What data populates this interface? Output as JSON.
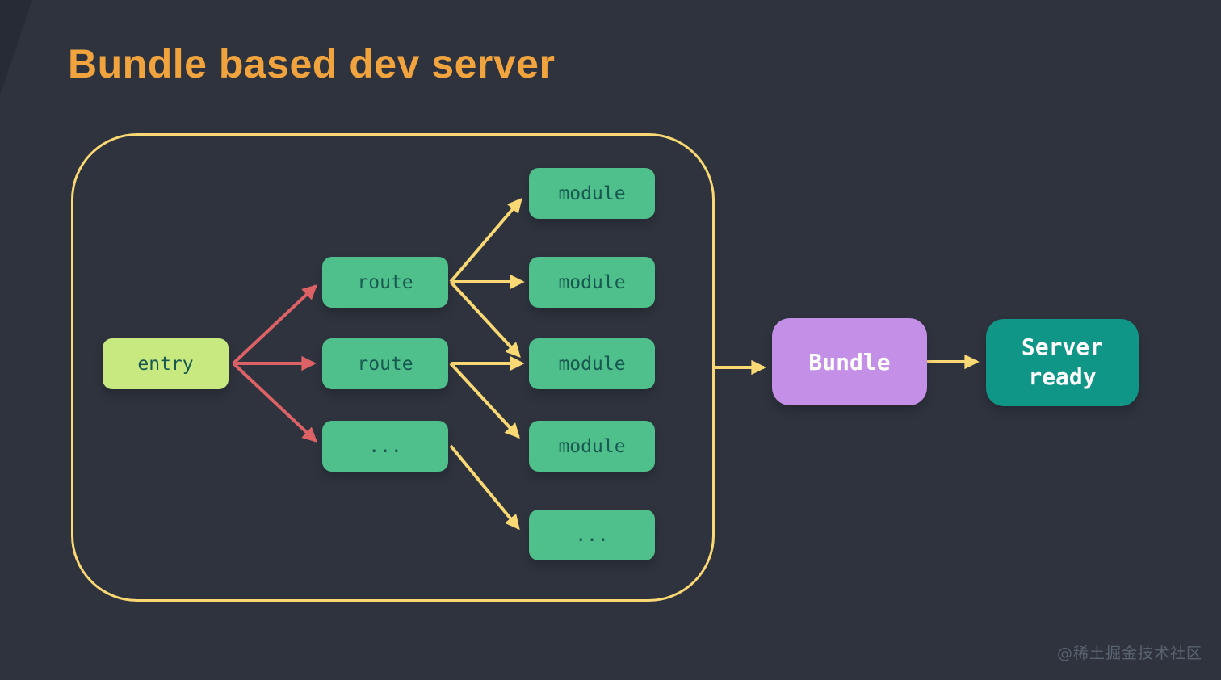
{
  "title": "Bundle based dev server",
  "watermark": "@稀土掘金技术社区",
  "colors": {
    "background": "#2e333e",
    "title_orange": "#f1a43e",
    "outline_yellow": "#fad874",
    "arrow_yellow": "#fad874",
    "arrow_red": "#dd6266",
    "node_green": "#4fc08c",
    "entry_green": "#c8e97f",
    "node_text_dark": "#17584f",
    "bundle_purple": "#c48fe6",
    "server_teal": "#109687",
    "node_text_light": "#ffffff",
    "watermark_gray": "#5a6370"
  },
  "diagram": {
    "entry": {
      "label": "entry"
    },
    "routes": [
      {
        "label": "route"
      },
      {
        "label": "route"
      },
      {
        "label": "..."
      }
    ],
    "modules": [
      {
        "label": "module"
      },
      {
        "label": "module"
      },
      {
        "label": "module"
      },
      {
        "label": "module"
      },
      {
        "label": "..."
      }
    ],
    "bundle": {
      "label": "Bundle"
    },
    "server_ready": {
      "label": "Server ready"
    },
    "edges": [
      {
        "from": "entry",
        "to": "route-1",
        "color": "red"
      },
      {
        "from": "entry",
        "to": "route-2",
        "color": "red"
      },
      {
        "from": "entry",
        "to": "route-3",
        "color": "red"
      },
      {
        "from": "route-1",
        "to": "module-1",
        "color": "yellow"
      },
      {
        "from": "route-1",
        "to": "module-2",
        "color": "yellow"
      },
      {
        "from": "route-1",
        "to": "module-3",
        "color": "yellow"
      },
      {
        "from": "route-2",
        "to": "module-3",
        "color": "yellow"
      },
      {
        "from": "route-2",
        "to": "module-4",
        "color": "yellow"
      },
      {
        "from": "route-3",
        "to": "module-5",
        "color": "yellow"
      },
      {
        "from": "boundary",
        "to": "bundle",
        "color": "yellow"
      },
      {
        "from": "bundle",
        "to": "server-ready",
        "color": "yellow"
      }
    ]
  }
}
